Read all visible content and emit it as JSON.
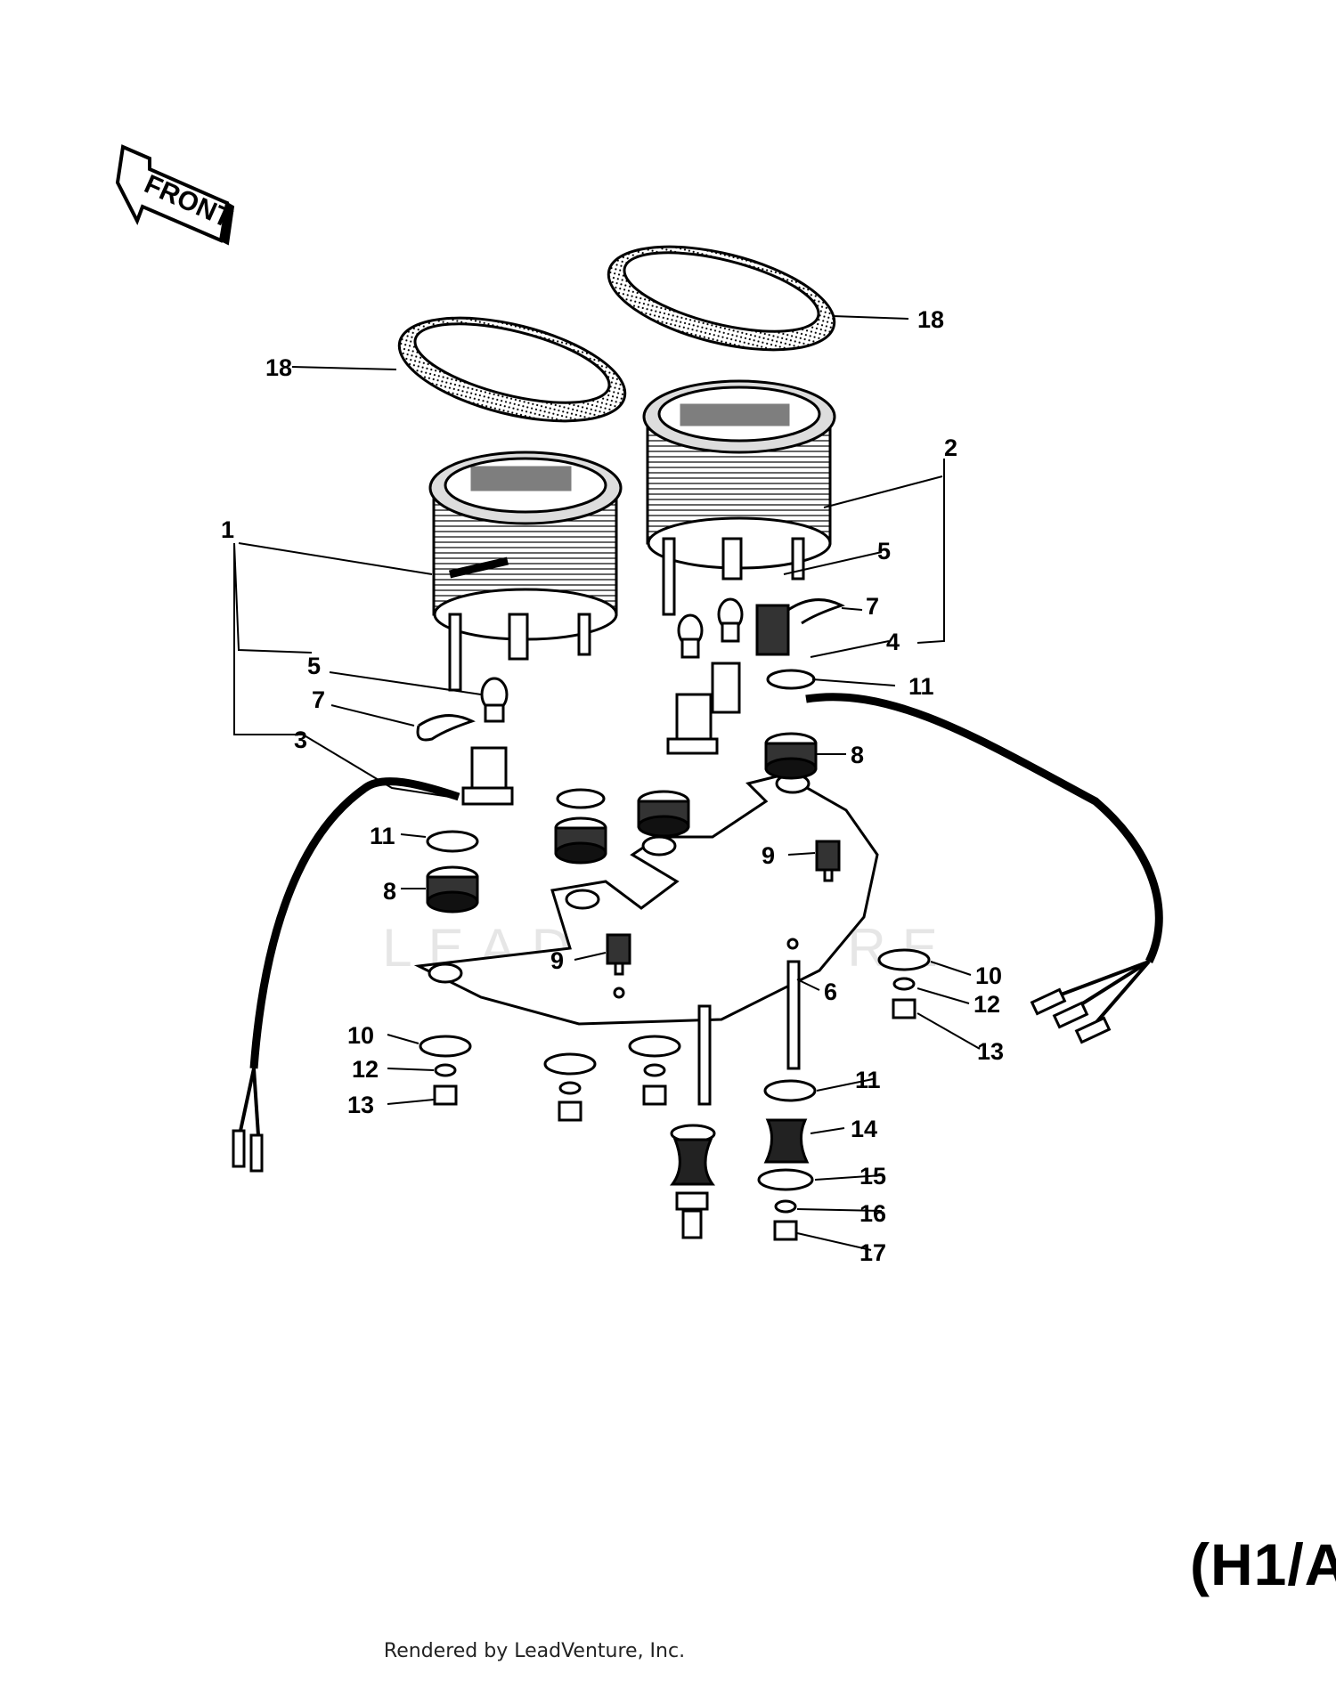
{
  "diagram": {
    "front_label": "FRONT",
    "model_code": "(H1/A",
    "footer": "Rendered by LeadVenture, Inc.",
    "watermark": "LEADVENTURE",
    "callouts": {
      "c1": "1",
      "c2": "2",
      "c3": "3",
      "c4": "4",
      "c5a": "5",
      "c5b": "5",
      "c6": "6",
      "c7a": "7",
      "c7b": "7",
      "c8a": "8",
      "c8b": "8",
      "c9a": "9",
      "c9b": "9",
      "c10a": "10",
      "c10b": "10",
      "c11a": "11",
      "c11b": "11",
      "c11c": "11",
      "c12a": "12",
      "c12b": "12",
      "c13a": "13",
      "c13b": "13",
      "c14": "14",
      "c15": "15",
      "c16": "16",
      "c17": "17",
      "c18a": "18",
      "c18b": "18"
    }
  }
}
